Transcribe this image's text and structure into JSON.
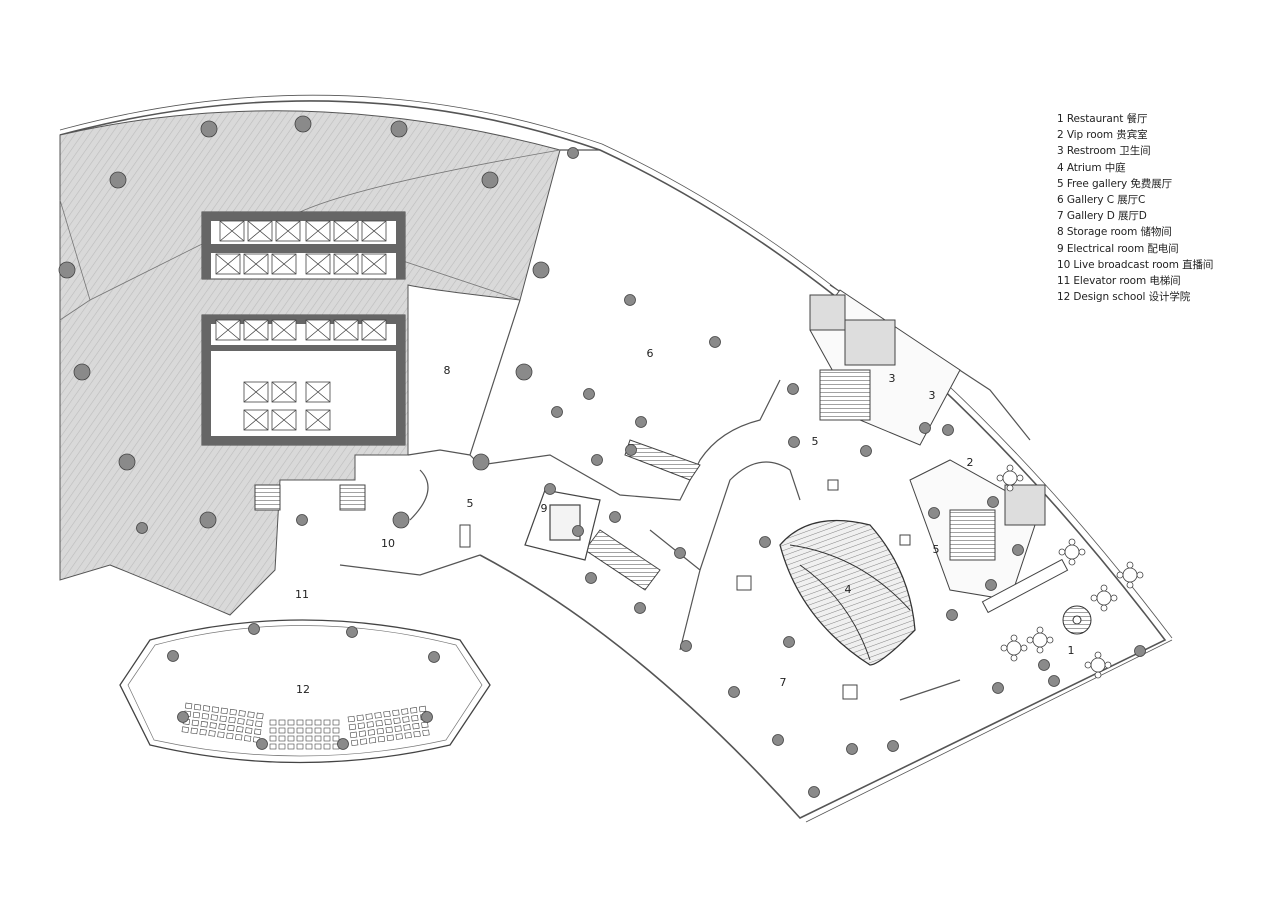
{
  "legend": [
    "1 Restaurant 餐厅",
    "2 Vip room 贵宾室",
    "3 Restroom 卫生间",
    "4 Atrium 中庭",
    "5 Free gallery 免费展厅",
    "6 Gallery C 展厅C",
    "7 Gallery D 展厅D",
    "8 Storage room 储物间",
    "9 Electrical room 配电间",
    "10 Live broadcast room 直播间",
    "11 Elevator room 电梯间",
    "12 Design school 设计学院"
  ],
  "room_labels": {
    "r1": "1",
    "r2": "2",
    "r3a": "3",
    "r3b": "3",
    "r4": "4",
    "r5a": "5",
    "r5b": "5",
    "r5c": "5",
    "r6": "6",
    "r7": "7",
    "r8": "8",
    "r9": "9",
    "r10": "10",
    "r11": "11",
    "r12": "12"
  }
}
